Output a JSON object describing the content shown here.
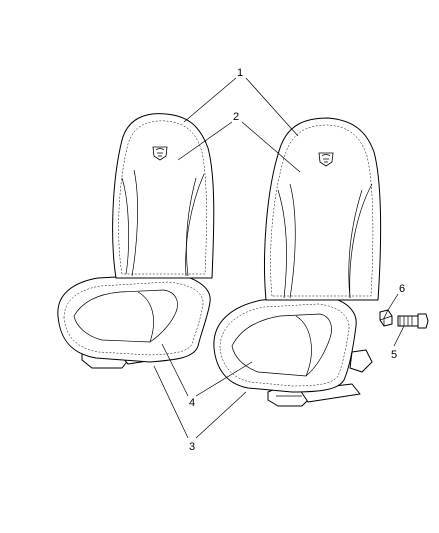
{
  "callouts": {
    "one": "1",
    "two": "2",
    "three": "3",
    "four": "4",
    "five": "5",
    "six": "6"
  },
  "icons": {
    "emblem": "ram-head-emblem-icon",
    "seat": "bucket-seat-icon",
    "bolt": "bolt-icon",
    "nut": "nut-icon"
  },
  "colors": {
    "line": "#000000",
    "background": "#ffffff"
  }
}
